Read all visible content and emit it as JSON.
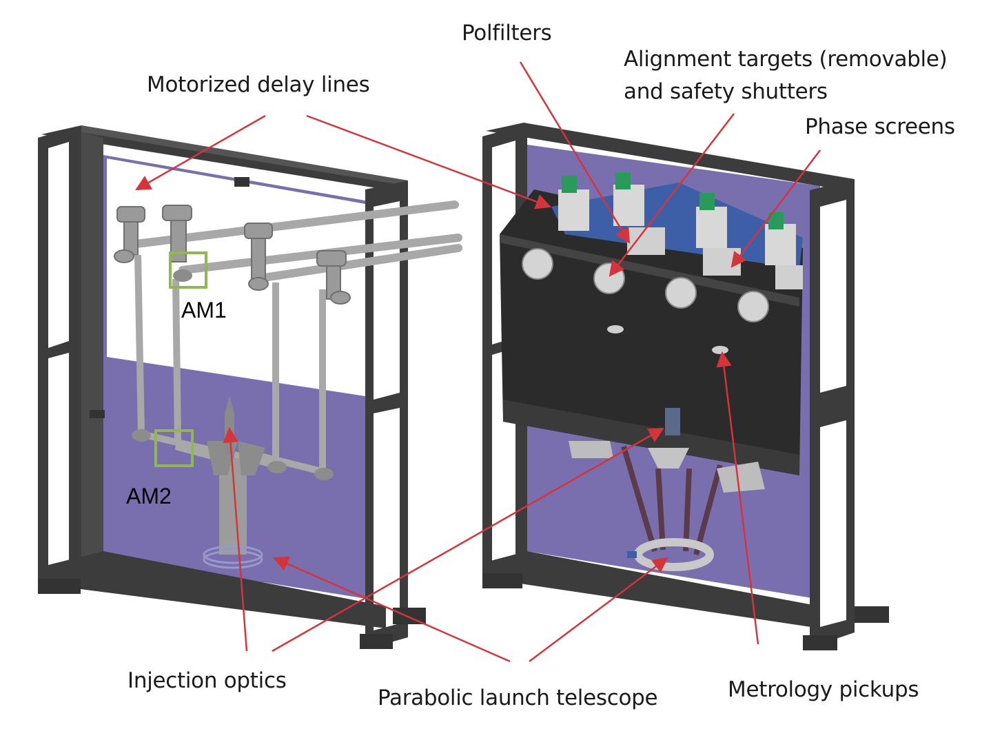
{
  "labels": {
    "polfilters": "Polfilters",
    "alignment_line1": "Alignment targets (removable)",
    "alignment_line2": "and safety shutters",
    "motorized_delay_lines": "Motorized delay lines",
    "phase_screens": "Phase screens",
    "am1": "AM1",
    "am2": "AM2",
    "injection_optics": "Injection optics",
    "parabolic_launch_telescope": "Parabolic launch telescope",
    "metrology_pickups": "Metrology pickups"
  },
  "colors": {
    "frame": "#3c3c3c",
    "frame_light": "#5a5a5a",
    "panel_purple": "#7a6fae",
    "arrow_red": "#d4343a",
    "marker_green": "#8fb94f",
    "mirror_gray": "#a9a9a9",
    "bench_blue": "#3d5fa8",
    "connector_green": "#2a9a5a"
  }
}
